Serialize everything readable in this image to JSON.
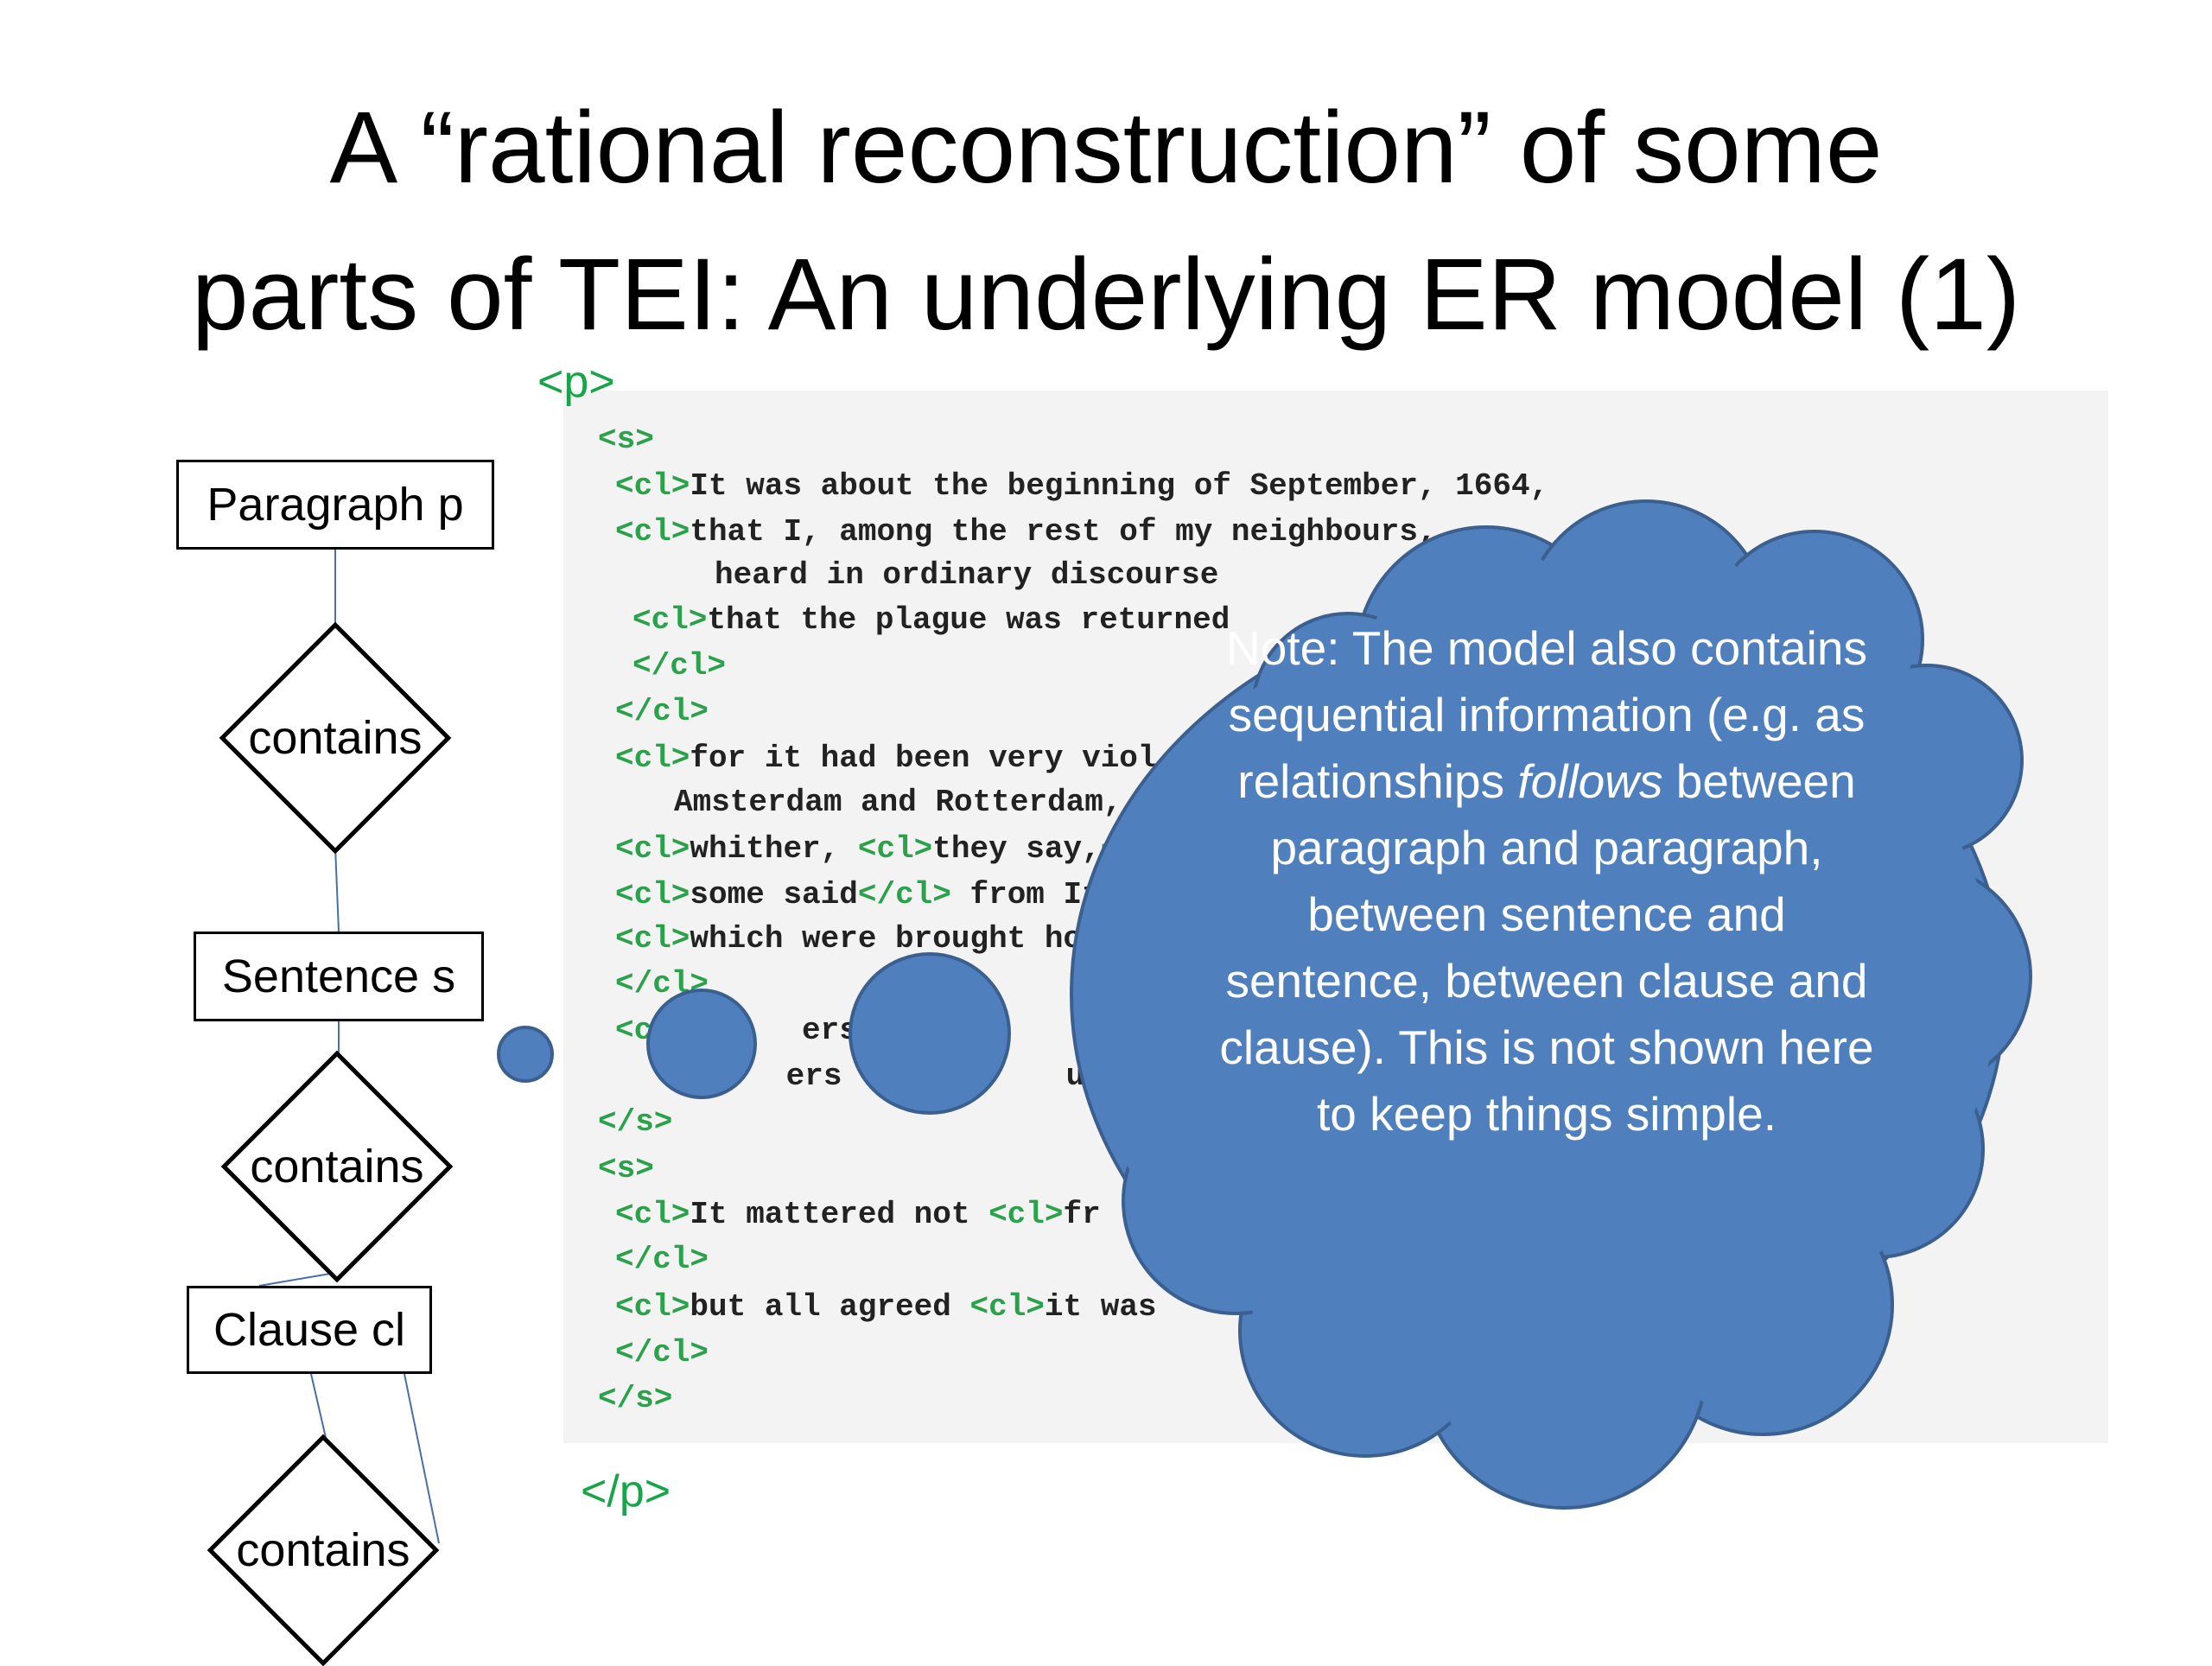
{
  "title": {
    "line1": "A “rational reconstruction” of some",
    "line2": "parts of TEI: An underlying ER model (1)"
  },
  "tags": {
    "p_open": "<p>",
    "p_close": "</p>"
  },
  "er_diagram": {
    "paragraph": "Paragraph p",
    "contains_1": "contains",
    "sentence": "Sentence s",
    "contains_2": "contains",
    "clause": "Clause cl",
    "contains_3": "contains"
  },
  "code": {
    "lines": [
      [
        {
          "t": "<s>"
        }
      ],
      [
        {
          "t": "<cl>"
        },
        {
          "x": "It was about the beginning of September, 1664,"
        }
      ],
      [
        {
          "t": "<cl>"
        },
        {
          "x": "that I, among the rest of my neighbours,"
        }
      ],
      [
        {
          "x": "heard in ordinary discourse"
        }
      ],
      [
        {
          "t": "<cl>"
        },
        {
          "x": "that the plague was returned"
        }
      ],
      [
        {
          "t": "</cl>"
        }
      ],
      [
        {
          "t": "</cl>"
        }
      ],
      [
        {
          "t": "<cl>"
        },
        {
          "x": "for it had been very viol"
        }
      ],
      [
        {
          "x": "Amsterdam and Rotterdam, i"
        }
      ],
      [
        {
          "t": "<cl>"
        },
        {
          "x": "whither, "
        },
        {
          "t": "<cl>"
        },
        {
          "x": "they say,"
        },
        {
          "t": "</"
        }
      ],
      [
        {
          "t": "<cl>"
        },
        {
          "x": "some said"
        },
        {
          "t": "</cl>"
        },
        {
          "x": " from It"
        }
      ],
      [
        {
          "t": "<cl>"
        },
        {
          "x": "which were brought ho"
        }
      ],
      [
        {
          "t": "</cl>"
        }
      ],
      [
        {
          "t": "<c"
        },
        {
          "x": "        ers s          as br"
        }
      ],
      [
        {
          "x": "      ers fro        us. "
        },
        {
          "t": "</c"
        }
      ],
      [
        {
          "t": "</s>"
        }
      ],
      [
        {
          "t": "<s>"
        }
      ],
      [
        {
          "t": "<cl>"
        },
        {
          "x": "It mattered not "
        },
        {
          "t": "<cl>"
        },
        {
          "x": "fr"
        }
      ],
      [
        {
          "t": "</cl>"
        }
      ],
      [
        {
          "t": "<cl>"
        },
        {
          "x": "but all agreed "
        },
        {
          "t": "<cl>"
        },
        {
          "x": "it was"
        }
      ],
      [
        {
          "t": "</cl>"
        }
      ],
      [
        {
          "t": "</s>"
        }
      ]
    ]
  },
  "note": {
    "part1": "Note: The model also contains sequential information (e.g. as relationships ",
    "italic": "follows",
    "part2": " between paragraph and paragraph, between sentence and sentence, between clause and clause). This is not shown here to keep things simple."
  },
  "colors": {
    "cloud_fill": "#4f7fbd",
    "cloud_stroke": "#3b5f8f",
    "tag_green": "#1aa44a"
  }
}
